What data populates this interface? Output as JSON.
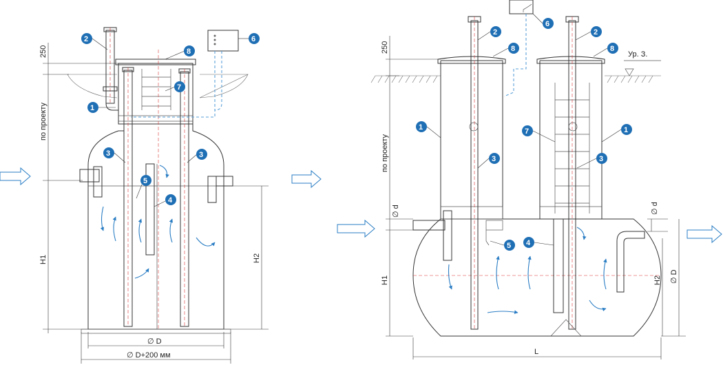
{
  "left": {
    "dims": {
      "d250": "250",
      "project": "по проекту",
      "h1": "H1",
      "h2": "H2",
      "diam": "∅ D",
      "diam200": "∅ D+200  мм"
    },
    "callouts": [
      {
        "num": "2"
      },
      {
        "num": "8"
      },
      {
        "num": "6"
      },
      {
        "num": "7"
      },
      {
        "num": "1"
      },
      {
        "num": "3"
      },
      {
        "num": "3"
      },
      {
        "num": "5"
      },
      {
        "num": "4"
      }
    ]
  },
  "right": {
    "dims": {
      "d250": "250",
      "project": "по проекту",
      "d": "∅ d",
      "d2": "∅ d",
      "h1": "H1",
      "h2": "H2",
      "diam": "∅ D",
      "length": "L",
      "level": "Ур. З."
    },
    "callouts": [
      {
        "num": "2"
      },
      {
        "num": "6"
      },
      {
        "num": "2"
      },
      {
        "num": "8"
      },
      {
        "num": "8"
      },
      {
        "num": "1"
      },
      {
        "num": "1"
      },
      {
        "num": "3"
      },
      {
        "num": "7"
      },
      {
        "num": "3"
      },
      {
        "num": "5"
      },
      {
        "num": "4"
      }
    ]
  },
  "colors": {
    "accent": "#1f6fb5",
    "flow": "#2a7dc4",
    "axis": "#dd3333"
  }
}
